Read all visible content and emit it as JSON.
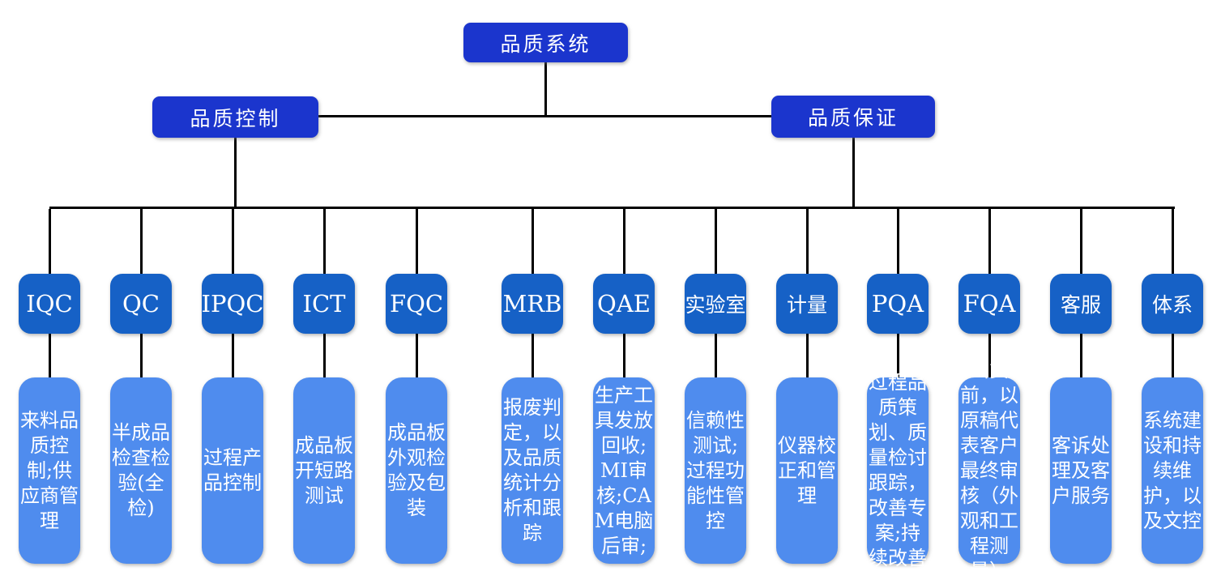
{
  "diagram": {
    "root": {
      "label": "品质系统"
    },
    "branches": [
      {
        "label": "品质控制"
      },
      {
        "label": "品质保证"
      }
    ],
    "departments": [
      {
        "code": "IQC",
        "description": "来料品质控制;供应商管理"
      },
      {
        "code": "QC",
        "description": "半成品检查检验(全检)"
      },
      {
        "code": "IPQC",
        "description": "过程产品控制"
      },
      {
        "code": "ICT",
        "description": "成品板开短路测试"
      },
      {
        "code": "FQC",
        "description": "成品板外观检验及包装"
      },
      {
        "code": "MRB",
        "description": "报废判定，以及品质统计分析和跟踪"
      },
      {
        "code": "QAE",
        "description": "生产工具发放回收;MI审核;CAM电脑后审;"
      },
      {
        "code": "实验室",
        "description": "信赖性测试;过程功能性管控"
      },
      {
        "code": "计量",
        "description": "仪器校正和管理"
      },
      {
        "code": "PQA",
        "description": "过程品质策划、质量检讨跟踪，改善专案;持续改善"
      },
      {
        "code": "FQA",
        "description": "出货前，以原稿代表客户最终审核（外观和工程测量）"
      },
      {
        "code": "客服",
        "description": "客诉处理及客户服务"
      },
      {
        "code": "体系",
        "description": "系统建设和持续维护，以及文控"
      }
    ],
    "colors": {
      "level1_blue": "#1b35cd",
      "level3_blue": "#1661c6",
      "level4_blue": "#4f8cee",
      "line": "#000000",
      "text": "#ffffff"
    }
  }
}
